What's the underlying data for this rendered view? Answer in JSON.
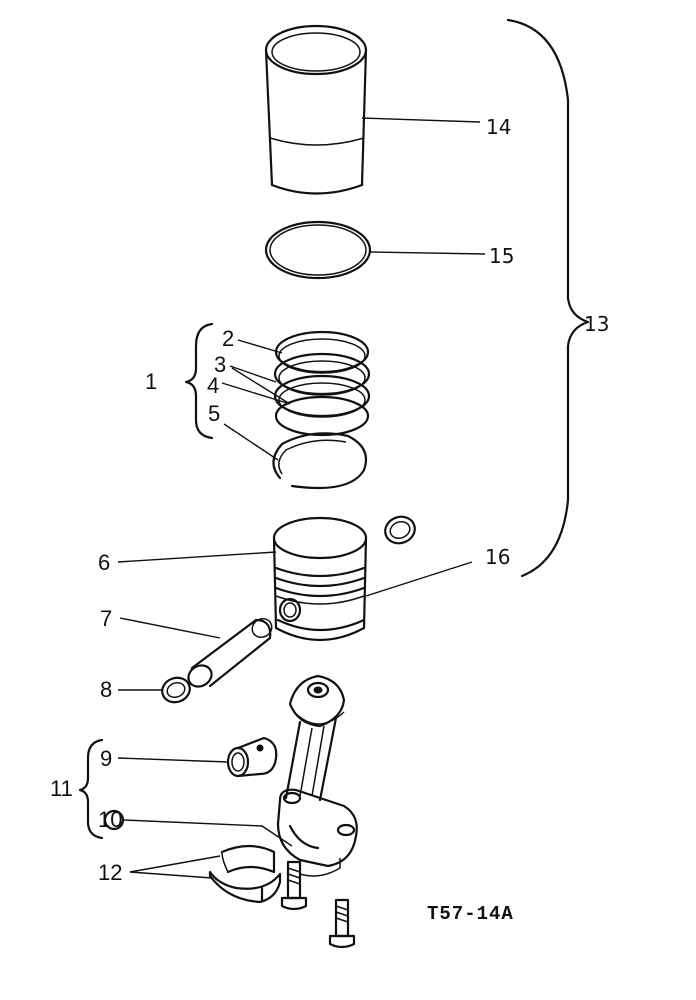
{
  "figure": {
    "ref": "T57-14A",
    "callouts": {
      "c1": "1",
      "c2": "2",
      "c3": "3",
      "c4": "4",
      "c5": "5",
      "c6": "6",
      "c7": "7",
      "c8": "8",
      "c9": "9",
      "c10": "10",
      "c11": "11",
      "c12": "12",
      "c13": "13",
      "c14": "14",
      "c15": "15",
      "c16": "16"
    }
  }
}
